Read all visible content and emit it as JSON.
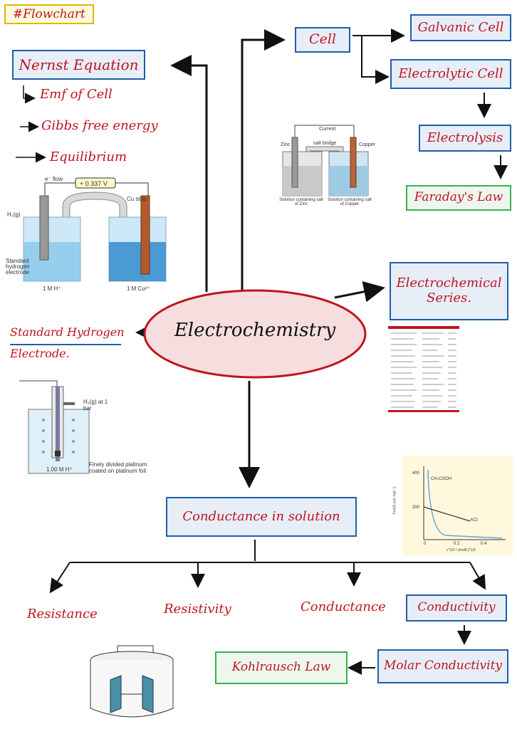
{
  "tag": "#Flowchart",
  "center": "Electrochemistry",
  "nernst": {
    "title": "Nernst Equation",
    "items": [
      "Emf of Cell",
      "Gibbs free energy",
      "Equilibrium"
    ]
  },
  "cell": {
    "title": "Cell",
    "galvanic": "Galvanic Cell",
    "electrolytic": "Electrolytic Cell",
    "electrolysis": "Electrolysis",
    "faraday": "Faraday's Law"
  },
  "series": "Electrochemical Series.",
  "she": "Standard Hydrogen Electrode.",
  "conductance": {
    "title": "Conductance in solution",
    "branches": [
      "Resistance",
      "Resistivity",
      "Conductance",
      "Conductivity"
    ],
    "molar": "Molar Conductivity",
    "kohlrausch": "Kohlrausch Law"
  },
  "images": {
    "nernst_cell": {
      "eflow": "e⁻ flow",
      "voltage": "+ 0.337 V",
      "cu_strip": "Cu strip",
      "h2": "H₂(g)",
      "std_electrode": "Standard hydrogen electrode",
      "left_sol": "1 M H⁺",
      "right_sol": "1 M Cu²⁺"
    },
    "daniell": {
      "current": "Current",
      "zinc": "Zinc",
      "copper": "Copper",
      "salt_bridge": "salt bridge",
      "left_sol": "Solution containing salt of Zinc",
      "right_sol": "Solution containing salt of Copper"
    },
    "she_diagram": {
      "h2": "H₂(g) at 1 bar",
      "sol": "1.00 M H⁺",
      "pt": "Finely divided platinum coated on platinum foil"
    },
    "graph": {
      "y400": "400",
      "y200": "200",
      "x0": "0",
      "x02": "0.2",
      "x04": "0.4",
      "acid": "CH₃COOH",
      "salt": "KCl",
      "xlabel": "c^1/2 / (mol/L)^1/2",
      "ylabel": "Λm/(S cm² mol⁻¹)"
    }
  }
}
